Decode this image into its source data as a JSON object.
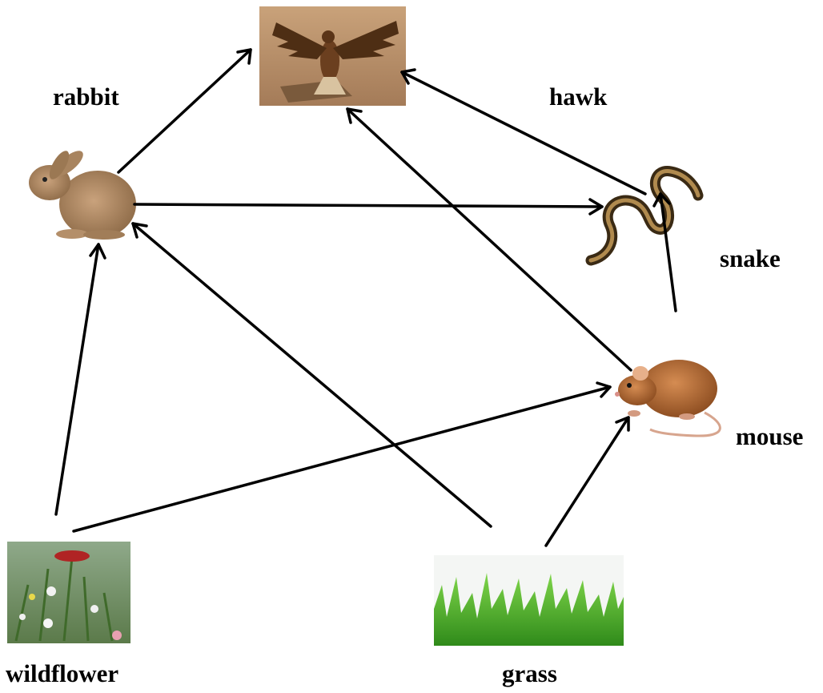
{
  "diagram": {
    "type": "food-web",
    "labels": {
      "rabbit": "rabbit",
      "hawk": "hawk",
      "snake": "snake",
      "mouse": "mouse",
      "wildflower": "wildflower",
      "grass": "grass"
    },
    "arrows": [
      {
        "from": "rabbit",
        "to": "hawk"
      },
      {
        "from": "snake",
        "to": "hawk"
      },
      {
        "from": "mouse",
        "to": "hawk"
      },
      {
        "from": "rabbit",
        "to": "snake"
      },
      {
        "from": "mouse",
        "to": "snake"
      },
      {
        "from": "wildflower",
        "to": "rabbit"
      },
      {
        "from": "grass",
        "to": "rabbit"
      },
      {
        "from": "wildflower",
        "to": "mouse"
      },
      {
        "from": "grass",
        "to": "mouse"
      }
    ],
    "colors": {
      "arrow": "#000000",
      "label": "#000000",
      "background": "#ffffff"
    }
  }
}
